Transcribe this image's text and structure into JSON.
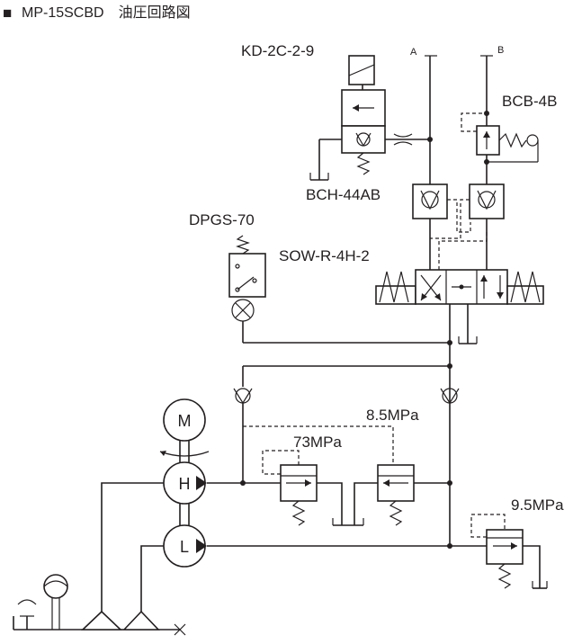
{
  "title": {
    "marker": "■",
    "text": "MP-15SCBD　油圧回路図"
  },
  "ports": {
    "a": "A",
    "b": "B"
  },
  "labels": {
    "solenoid_valve": "KD-2C-2-9",
    "check_valve_b": "BCB-4B",
    "pilot_check": "BCH-44AB",
    "pressure_switch": "DPGS-70",
    "directional_valve": "SOW-R-4H-2",
    "relief_high": "8.5MPa",
    "relief_mid": "73MPa",
    "relief_low": "9.5MPa"
  },
  "components": {
    "motor": "M",
    "pump_high": "H",
    "pump_low": "L"
  },
  "colors": {
    "line": "#231f20",
    "background": "#ffffff"
  }
}
